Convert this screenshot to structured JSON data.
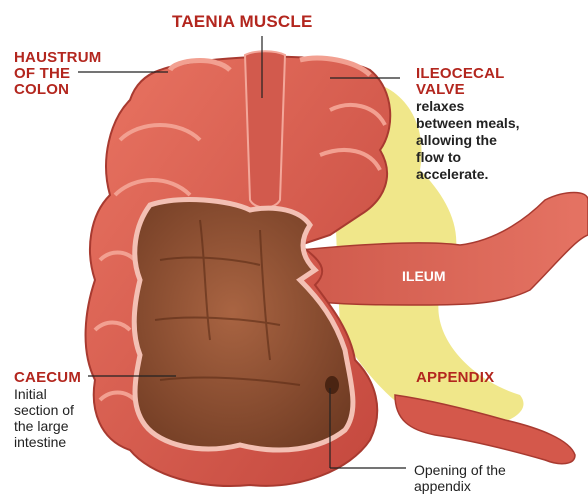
{
  "labels": {
    "taenia": "TAENIA MUSCLE",
    "haustrum_line1": "HAUSTRUM",
    "haustrum_line2": "OF THE",
    "haustrum_line3": "COLON",
    "ileocecal_line1": "ILEOCECAL",
    "ileocecal_line2": "VALVE",
    "ileocecal_desc": [
      "relaxes",
      "between meals,",
      "allowing the",
      "flow to",
      "accelerate."
    ],
    "ileum": "ILEUM",
    "caecum": "CAECUM",
    "caecum_desc": [
      "Initial",
      "section of",
      "the large",
      "intestine"
    ],
    "appendix": "APPENDIX",
    "opening_desc": [
      "Opening of the",
      "appendix"
    ]
  },
  "colors": {
    "label_red": "#b3261e",
    "tissue": "#d9574c",
    "tissue_light": "#ef9a8c",
    "lumen": "#8a4a2c",
    "fat": "#f1e88a"
  }
}
